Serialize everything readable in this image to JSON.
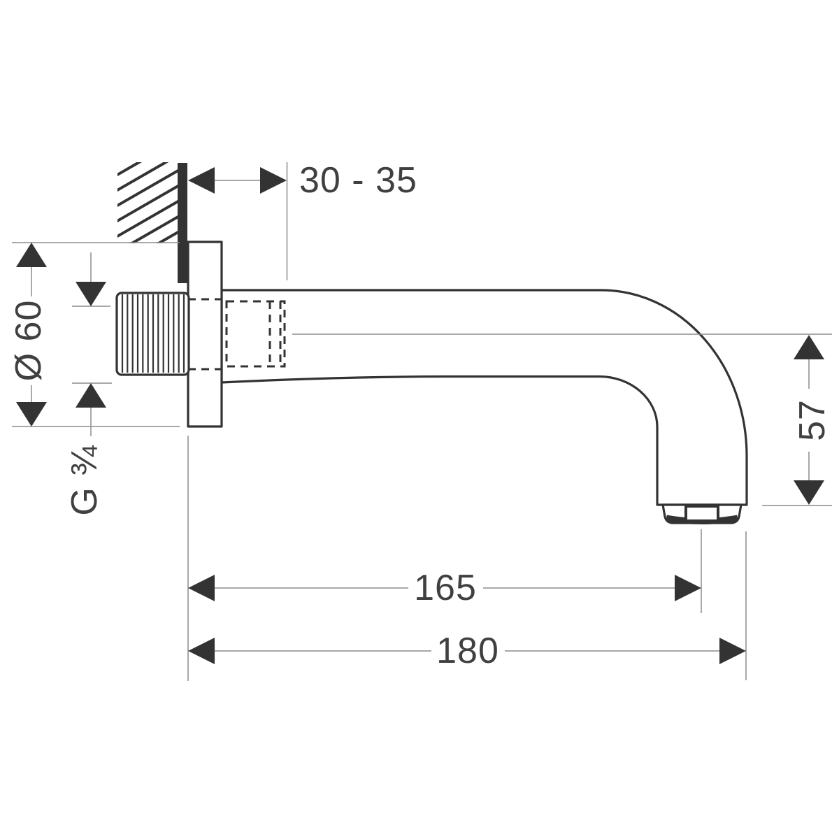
{
  "diagram": {
    "labels": {
      "wall_distance": "30 - 35",
      "flange_diameter": "Ø 60",
      "thread_size": "G ¾",
      "outlet_drop": "57",
      "reach_to_outlet": "165",
      "total_reach": "180"
    },
    "colors": {
      "line": "#333333",
      "dim": "#8c8c8c",
      "text": "#404040",
      "bg": "#ffffff"
    }
  }
}
